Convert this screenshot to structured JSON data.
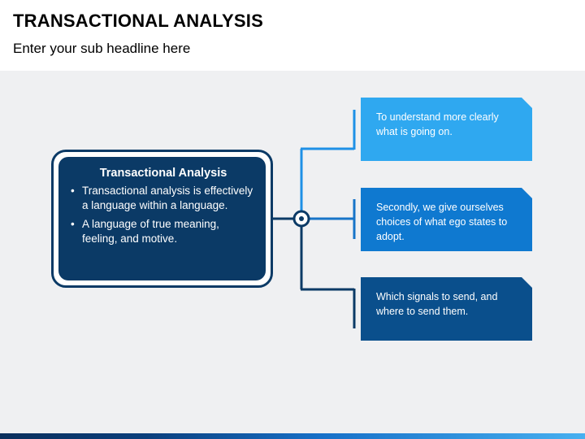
{
  "header": {
    "title": "TRANSACTIONAL ANALYSIS",
    "subtitle": "Enter your sub headline here"
  },
  "main_box": {
    "title": "Transactional Analysis",
    "bullets": [
      "Transactional analysis is effectively a language within a language.",
      "A language of true meaning, feeling, and motive."
    ]
  },
  "cards": [
    {
      "text": "To understand more clearly what is going on.",
      "color": "#2fa8f0"
    },
    {
      "text": "Secondly, we give ourselves choices of what ego states to adopt.",
      "color": "#0f79d0"
    },
    {
      "text": "Which signals to send, and where to send them.",
      "color": "#0a4f8c"
    }
  ],
  "colors": {
    "navy": "#0b3a66",
    "connector": "#1a7fd6",
    "background": "#eff0f2"
  }
}
